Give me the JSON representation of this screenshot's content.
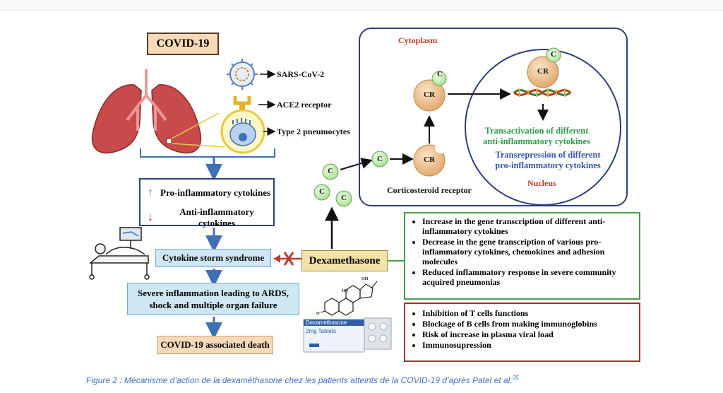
{
  "covid_label": "COVID-19",
  "virus_label": "SARS-CoV-2",
  "ace2_label": "ACE2 receptor",
  "pneumocyte_label": "Type 2 pneumocytes",
  "cytokines": {
    "pro": "Pro-inflammatory cytokines",
    "anti": "Anti-inflammatory cytokines"
  },
  "storm_label": "Cytokine storm syndrome",
  "ards_line1": "Severe inflammation leading to ARDS,",
  "ards_line2": "shock and multiple organ failure",
  "death_label": "COVID-19 associated death",
  "dexa_label": "Dexamethasone",
  "tablet_box": {
    "name": "Dexamethasone",
    "dose": "2mg Tablets"
  },
  "cell_panel": {
    "cytoplasm": "Cytoplasm",
    "nucleus": "Nucleus",
    "c_symbol": "C",
    "cr_symbol": "CR",
    "receptor_label": "Corticosteroid receptor",
    "transactivation": [
      "Transactivation of different",
      "anti-inflammatory cytokines"
    ],
    "transrepression": [
      "Transrepression of different",
      "pro-inflammatory cytokines"
    ]
  },
  "benefits": [
    "Increase in the gene transcription of different anti-inflammatory cytokines",
    "Decrease in the gene transcription of various pro-inflammatory cytokines, chemokines and adhesion molecules",
    "Reduced inflammatory response in severe community acquired pneumonias"
  ],
  "risks": [
    "Inhibition of T cells functions",
    "Blockage of B cells from making immunoglobins",
    "Risk of increase in plasma viral load",
    "Immunosupression"
  ],
  "caption": "Figure 2 : Mécanisme d’action de la dexaméthasone chez les patients atteints de la COVID-19 d’après Patel et al.",
  "caption_ref": "35",
  "colors": {
    "arrow_blue": "#3f6fb5",
    "cell_orange": "#f2c89a",
    "c_green": "#c9ecc0",
    "box_peach": "#f8d9b8",
    "box_blue": "#cfe6f4"
  }
}
